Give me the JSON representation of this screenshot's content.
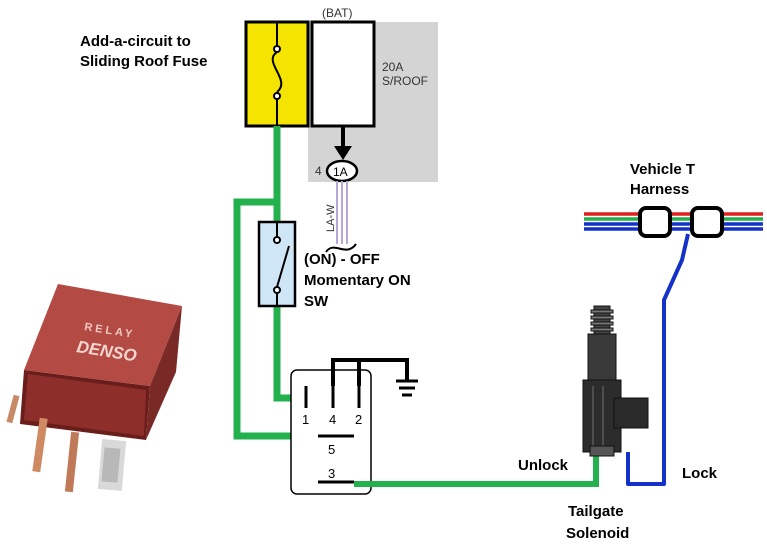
{
  "labels": {
    "add_a_circuit_line1": "Add-a-circuit to",
    "add_a_circuit_line2": "Sliding Roof Fuse",
    "bat": "(BAT)",
    "fuse_rating": "20A",
    "fuse_name": "S/ROOF",
    "connector_pin": "4",
    "connector_id": "1A",
    "wire_color": "LA-W",
    "switch_line1": "(ON) - OFF",
    "switch_line2": "Momentary ON",
    "switch_line3": "SW",
    "harness_line1": "Vehicle T",
    "harness_line2": "Harness",
    "unlock": "Unlock",
    "lock": "Lock",
    "solenoid_line1": "Tailgate",
    "solenoid_line2": "Solenoid",
    "relay_brand_line1": "RELAY",
    "relay_brand_line2": "DENSO"
  },
  "relay_pins": [
    "1",
    "4",
    "2",
    "5",
    "3"
  ],
  "colors": {
    "fuse_fill": "#f5e400",
    "green_wire": "#22b14c",
    "blue_wire": "#1432c8",
    "red_wire": "#e02020",
    "gray_panel": "#d4d4d4",
    "wire_lavender": "#b8a8d8",
    "switch_fill": "#cfe6f7",
    "relay_body": "#9b3430"
  }
}
